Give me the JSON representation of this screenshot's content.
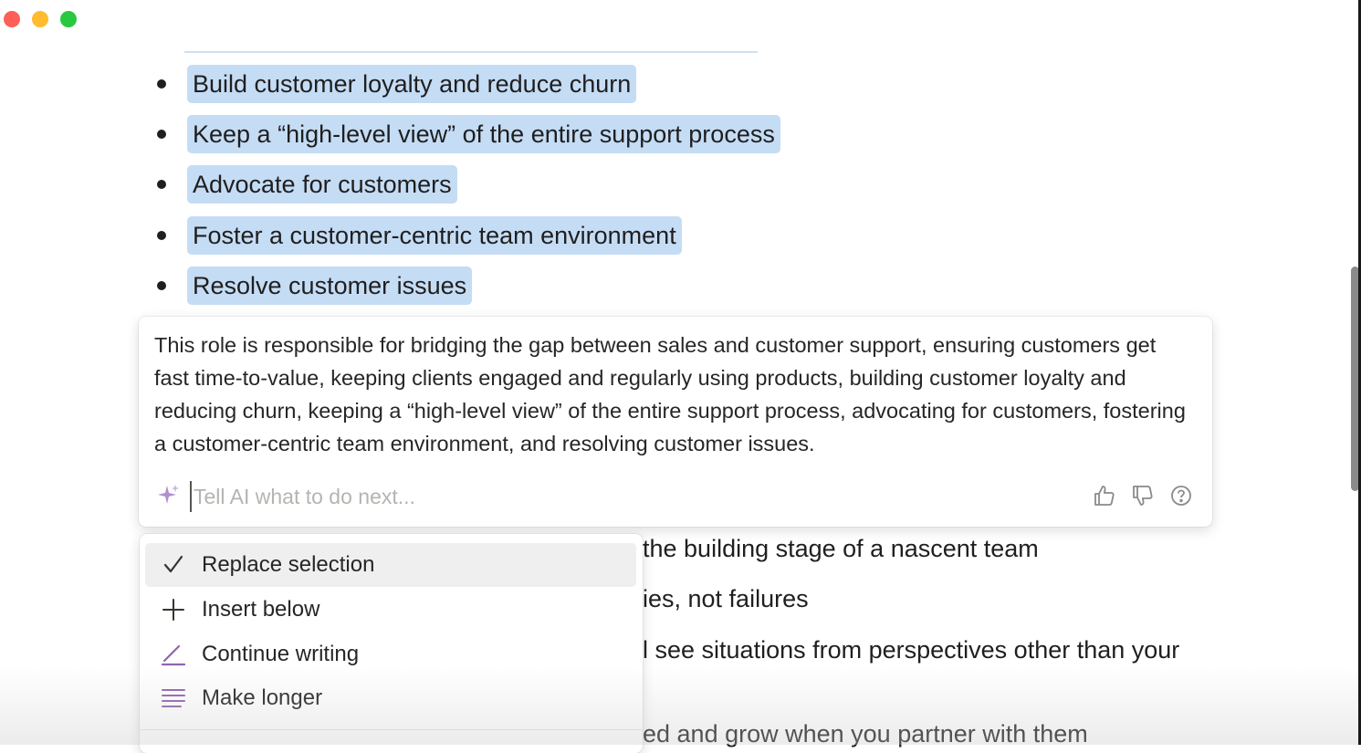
{
  "window": {
    "controls": [
      "close",
      "minimize",
      "zoom"
    ]
  },
  "selected_bullets": [
    "Build customer loyalty and reduce churn",
    "Keep a “high-level view” of the entire support process",
    "Advocate for customers",
    "Foster a customer-centric team environment",
    "Resolve customer issues"
  ],
  "background_text": [
    "the building stage of a nascent team",
    "ies, not failures",
    "l see situations from perspectives other than your",
    "ed and grow when you partner with them"
  ],
  "ai_panel": {
    "response": "This role is responsible for bridging the gap between sales and customer support, ensuring customers get fast time-to-value, keeping clients engaged and regularly using products, building customer loyalty and reducing churn, keeping a “high-level view” of the entire support process, advocating for customers, fostering a customer-centric team environment, and resolving customer issues.",
    "input_placeholder": "Tell AI what to do next...",
    "input_value": "",
    "icons": [
      "sparkle-icon",
      "thumbs-up-icon",
      "thumbs-down-icon",
      "help-icon"
    ]
  },
  "menu": {
    "items": [
      {
        "label": "Replace selection",
        "icon": "check-icon",
        "active": true
      },
      {
        "label": "Insert below",
        "icon": "plus-icon",
        "active": false
      },
      {
        "label": "Continue writing",
        "icon": "pen-icon",
        "active": false
      },
      {
        "label": "Make longer",
        "icon": "lines-icon",
        "active": false
      }
    ]
  },
  "colors": {
    "selection": "#c5dcf5",
    "accent": "#9065b0",
    "menu_active": "#efefef",
    "traffic_red": "#fe5f57",
    "traffic_yellow": "#febc2e",
    "traffic_green": "#28c840"
  }
}
